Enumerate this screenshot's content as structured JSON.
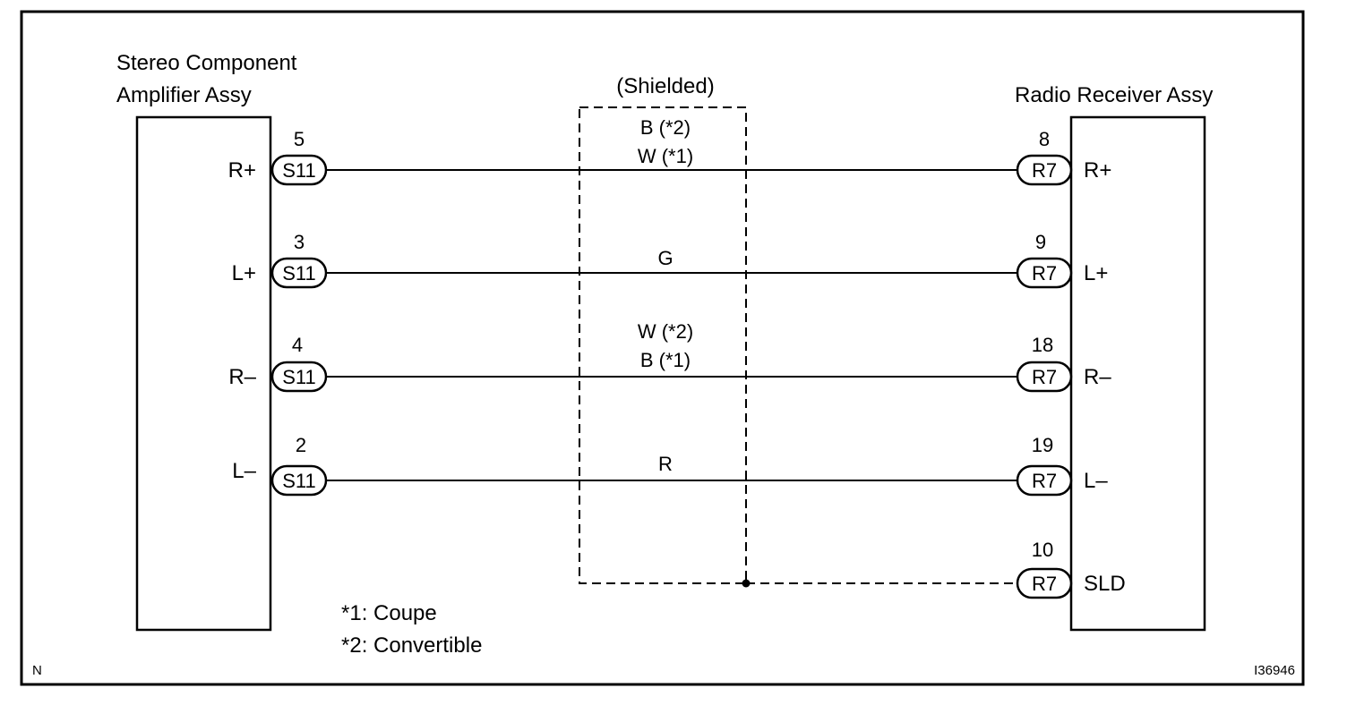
{
  "left_component": {
    "title_line1": "Stereo Component",
    "title_line2": "Amplifier Assy"
  },
  "right_component": {
    "title": "Radio Receiver Assy"
  },
  "shield": {
    "label": "(Shielded)"
  },
  "left_connector": "S11",
  "right_connector": "R7",
  "circuits": [
    {
      "left_pin": "5",
      "left_terminal": "R+",
      "right_pin": "8",
      "right_terminal": "R+",
      "wire_line1": "B  (*2)",
      "wire_line2": "W (*1)"
    },
    {
      "left_pin": "3",
      "left_terminal": "L+",
      "right_pin": "9",
      "right_terminal": "L+",
      "wire_line1": "G",
      "wire_line2": ""
    },
    {
      "left_pin": "4",
      "left_terminal": "R–",
      "right_pin": "18",
      "right_terminal": "R–",
      "wire_line1": "W  (*2)",
      "wire_line2": "B  (*1)"
    },
    {
      "left_pin": "2",
      "left_terminal": "L–",
      "right_pin": "19",
      "right_terminal": "L–",
      "wire_line1": "R",
      "wire_line2": ""
    }
  ],
  "shield_ground": {
    "right_pin": "10",
    "right_terminal": "SLD"
  },
  "notes": {
    "note1": "*1: Coupe",
    "note2": "*2: Convertible"
  },
  "corner_mark": "N",
  "figure_id": "I36946"
}
